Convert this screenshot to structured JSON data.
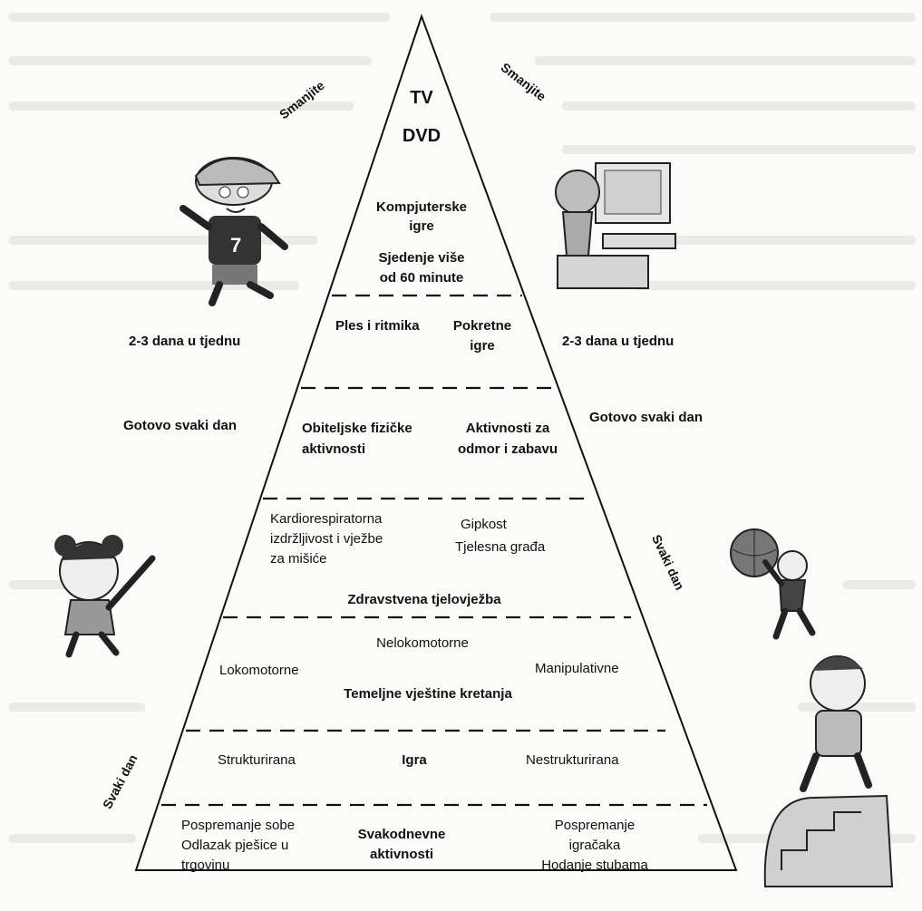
{
  "side_labels": {
    "reduce_left": "Smanjite",
    "reduce_right": "Smanjite",
    "weekly_left": "2-3 dana u tjednu",
    "weekly_right": "2-3 dana u tjednu",
    "almost_daily_left": "Gotovo svaki dan",
    "almost_daily_right": "Gotovo svaki dan",
    "daily_right": "Svaki dan",
    "daily_left": "Svaki dan"
  },
  "levels": {
    "top": {
      "tv": "TV",
      "dvd": "DVD",
      "games_1": "Kompjuterske",
      "games_2": "igre",
      "sitting_1": "Sjedenje više",
      "sitting_2": "od 60 minute"
    },
    "level2": {
      "dance": "Ples i ritmika",
      "moving_games_1": "Pokretne",
      "moving_games_2": "igre"
    },
    "level3": {
      "family_1": "Obiteljske fizičke",
      "family_2": "aktivnosti",
      "leisure_1": "Aktivnosti za",
      "leisure_2": "odmor i zabavu"
    },
    "level4": {
      "cardio_1": "Kardiorespiratorna",
      "cardio_2": "izdržljivost i vježbe",
      "cardio_3": "za mišiće",
      "flex": "Gipkost",
      "body": "Tjelesna građa",
      "title": "Zdravstvena tjelovježba"
    },
    "level5": {
      "nonloco": "Nelokomotorne",
      "loco": "Lokomotorne",
      "manip": "Manipulativne",
      "title": "Temeljne vještine kretanja"
    },
    "level6": {
      "structured": "Strukturirana",
      "title": "Igra",
      "unstructured": "Nestrukturirana"
    },
    "level7": {
      "left_1": "Pospremanje sobe",
      "left_2": "Odlazak pješice u",
      "left_3": "trgovinu",
      "title_1": "Svakodnevne",
      "title_2": "aktivnosti",
      "right_1": "Pospremanje",
      "right_2": "igračaka",
      "right_3": "Hodanje stubama"
    }
  },
  "colors": {
    "ink": "#111111",
    "paper": "#fbfbf9",
    "faint_text": "#d6d6d2"
  }
}
